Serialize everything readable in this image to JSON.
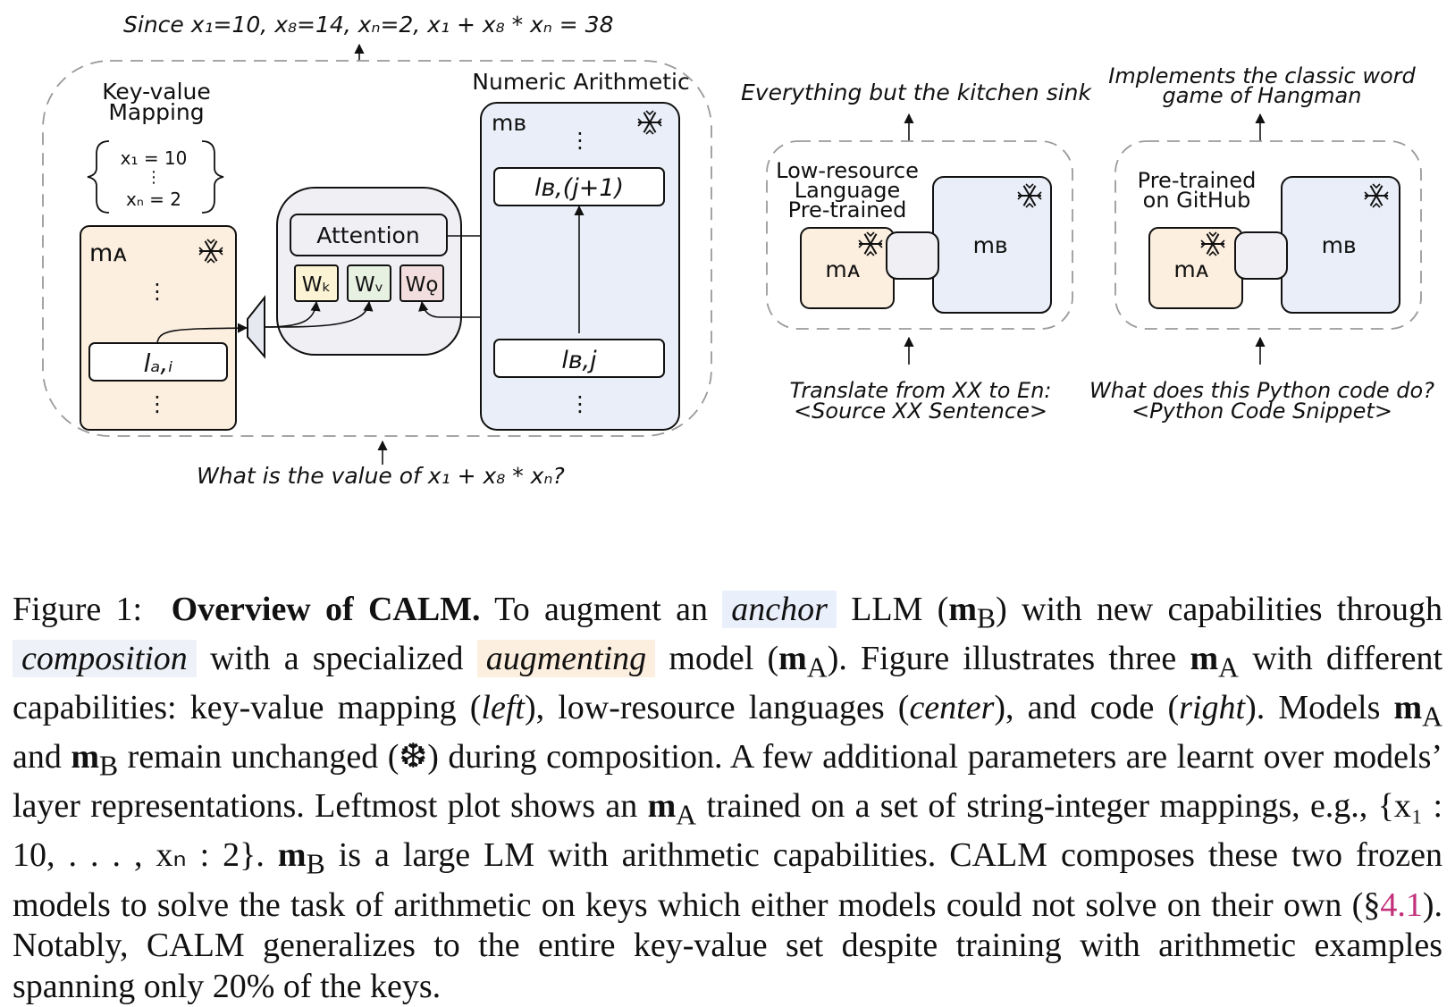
{
  "colors": {
    "anchor_box": "#e9eef8",
    "augment_box": "#fcefdf",
    "attention_box": "#f0eff4",
    "wk": "#fbf3d4",
    "wv": "#e7f1e2",
    "wq": "#f3dedf"
  },
  "left": {
    "top_text": "Since x₁=10, x₈=14, xₙ=2, x₁ + x₈ * xₙ = 38",
    "bottom_text": "What is the value of x₁ + x₈ * xₙ?",
    "kv_title_1": "Key-value",
    "kv_title_2": "Mapping",
    "kv_line_1": "x₁ = 10",
    "kv_dots": "⋮",
    "kv_line_2": "xₙ = 2",
    "ma_label": "mᴀ",
    "ma_dots_top": "⋮",
    "ma_layer": "lₐ,ᵢ",
    "ma_dots_bottom": "⋮",
    "attention_label": "Attention",
    "wk": "Wₖ",
    "wv": "Wᵥ",
    "wq": "Wǫ",
    "numeric_title": "Numeric Arithmetic",
    "mb_label": "mʙ",
    "mb_dots_top": "⋮",
    "mb_layer_top": "lʙ,(j+1)",
    "mb_layer_bottom": "lʙ,j",
    "mb_dots_bottom": "⋮"
  },
  "center": {
    "top_text": "Everything but the kitchen sink",
    "ma_title_1": "Low-resource",
    "ma_title_2": "Language",
    "ma_title_3": "Pre-trained",
    "ma_label": "mᴀ",
    "mb_label": "mʙ",
    "bottom_text_1": "Translate from XX to En:",
    "bottom_text_2": "<Source XX Sentence>"
  },
  "right": {
    "top_text_1": "Implements the classic word",
    "top_text_2": "game of Hangman",
    "ma_title_1": "Pre-trained",
    "ma_title_2": "on GitHub",
    "ma_label": "mᴀ",
    "mb_label": "mʙ",
    "bottom_text_1": "What does this Python code do?",
    "bottom_text_2": "<Python Code Snippet>"
  },
  "caption": {
    "fig_label": "Figure 1:",
    "title": "Overview of CALM.",
    "t1": "To augment an",
    "anchor": "anchor",
    "t2": "LLM (",
    "mB": "m",
    "sub_B": "B",
    "t3": ") with new capabilities through",
    "composition": "composition",
    "t4": "with a specialized",
    "augmenting": "augmenting",
    "t5": "model (",
    "mA": "m",
    "sub_A": "A",
    "t6": "). Figure illustrates three",
    "t7": "with different capabilities: key-value mapping (",
    "left": "left",
    "t8": "), low-resource languages (",
    "center": "center",
    "t9": "), and code (",
    "right": "right",
    "t10": "). Models",
    "t11": "and",
    "t12": "remain unchanged (❆) during composition. A few additional parameters are learnt over models’ layer representations. Leftmost plot shows an",
    "t13": "trained on a set of string-integer mappings, e.g., {x₁ : 10, . . . , xₙ : 2}.",
    "t14": "is a large LM with arithmetic capabilities. CALM composes these two frozen models to solve the task of arithmetic on keys which either models could not solve on their own (§",
    "ref": "4.1",
    "t15": "). Notably, CALM generalizes to the entire key-value set despite training with arithmetic examples spanning only 20% of the keys."
  }
}
